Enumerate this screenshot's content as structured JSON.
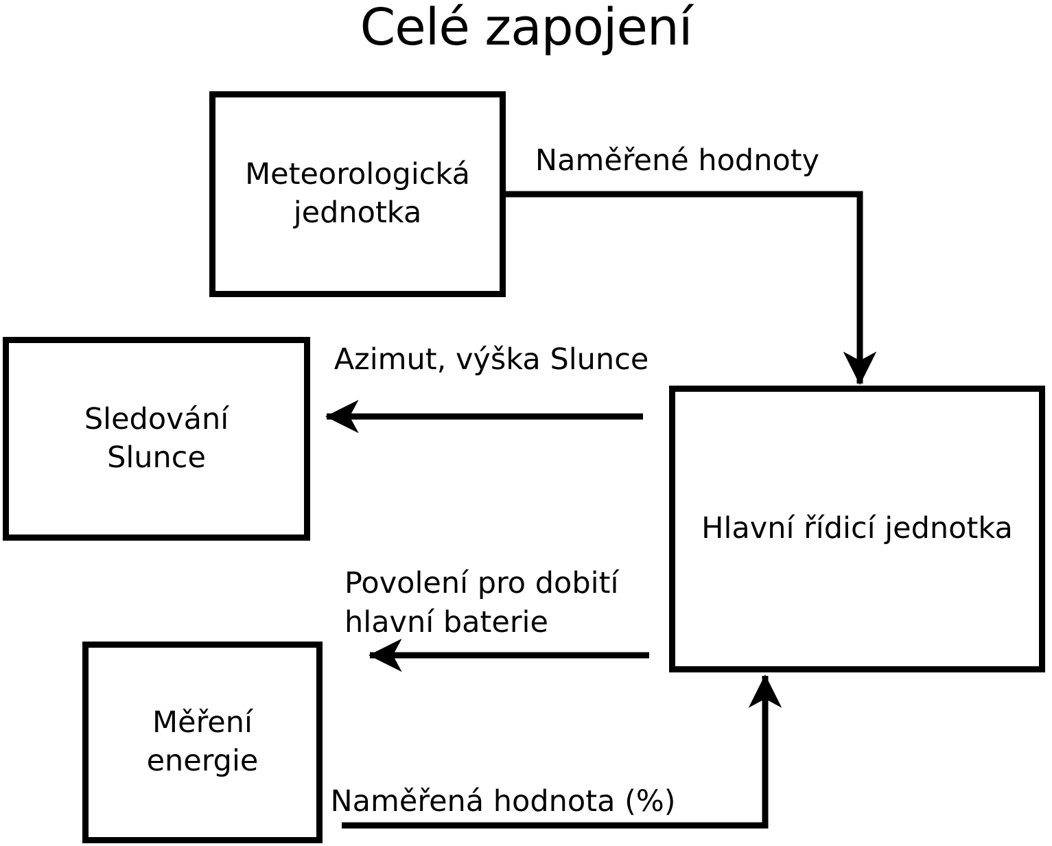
{
  "page": {
    "background": "#ffffff",
    "title": "Celé zapojení"
  },
  "diagram": {
    "line_color": "#000000",
    "text_color": "#000000",
    "nodes": [
      {
        "id": "meteorologicka-jednotka",
        "lines": [
          "Meteorologická",
          "jednotka"
        ]
      },
      {
        "id": "sledovani-slunce",
        "lines": [
          "Sledování",
          "Slunce"
        ]
      },
      {
        "id": "mereni-energie",
        "lines": [
          "Měření",
          "energie"
        ]
      },
      {
        "id": "hlavni-ridici-jednotka",
        "lines": [
          "Hlavní řídicí jednotka"
        ]
      }
    ],
    "edges": [
      {
        "id": "namerene-hodnoty",
        "from": "meteorologicka-jednotka",
        "to": "hlavni-ridici-jednotka",
        "lines": [
          "Naměřené hodnoty"
        ]
      },
      {
        "id": "azimut-vyska-slunce",
        "from": "hlavni-ridici-jednotka",
        "to": "sledovani-slunce",
        "lines": [
          "Azimut, výška Slunce"
        ]
      },
      {
        "id": "povoleni-pro-dobiti",
        "from": "hlavni-ridici-jednotka",
        "to": "",
        "lines": [
          "Povolení pro dobití",
          "hlavní baterie"
        ]
      },
      {
        "id": "namerena-hodnota",
        "from": "mereni-energie",
        "to": "hlavni-ridici-jednotka",
        "lines": [
          "Naměřená hodnota (%)"
        ]
      }
    ]
  }
}
